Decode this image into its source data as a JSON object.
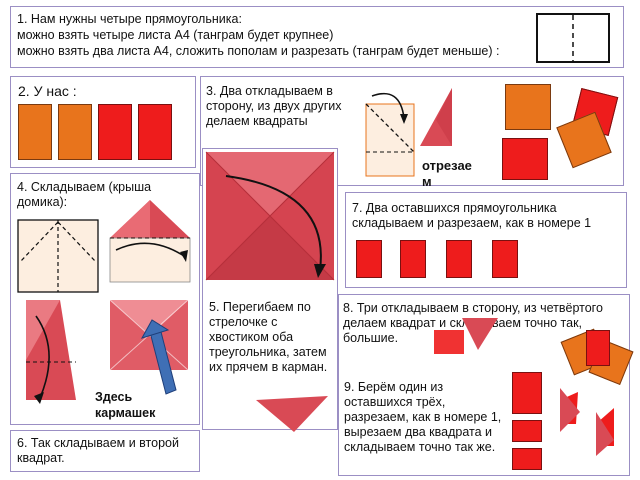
{
  "step1": {
    "line1": "1. Нам нужны четыре прямоугольника:",
    "line2": "можно взять четыре листа А4 (танграм будет крупнее)",
    "line3": "можно взять два листа А4, сложить пополам и разрезать (танграм будет меньше) :"
  },
  "step2": {
    "text": "2. У нас :"
  },
  "step3": {
    "text": "3. Два откладываем в сторону, из двух других делаем квадраты",
    "cut_label_1": "отрезае",
    "cut_label_2": "м"
  },
  "step4": {
    "text": "4. Складываем (крыша домика):",
    "pocket_label_1": "Здесь",
    "pocket_label_2": "кармашек"
  },
  "step5": {
    "text": "5. Перегибаем по стрелочке с хвостиком оба треугольника, затем их прячем в карман."
  },
  "step6": {
    "text": "6. Так складываем и второй квадрат."
  },
  "step7": {
    "text": "7. Два оставшихся прямоугольника складываем и разрезаем, как в номере 1"
  },
  "step8": {
    "text": "8. Три откладываем в сторону, из четвёртого делаем квадрат и складываем точно так,       большие."
  },
  "step9": {
    "text": "9. Берём один из оставшихся трёх, разрезаем, как в номере 1, вырезаем два квадрата и складываем точно так же."
  },
  "colors": {
    "orange": "#e8741c",
    "red": "#ee1c1c",
    "paper": "#fdeee0",
    "folded_red": "#d94a55",
    "border": "#9b8fc4"
  }
}
